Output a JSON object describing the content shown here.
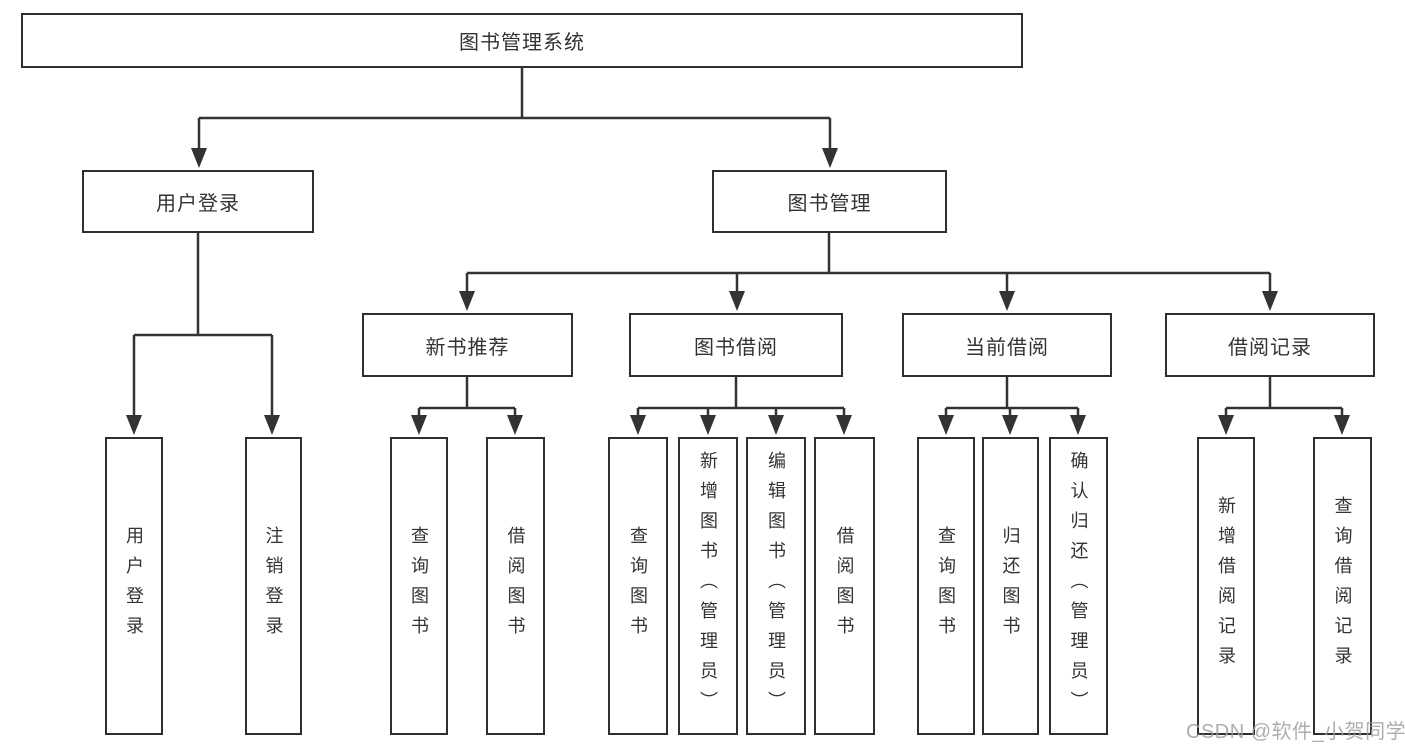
{
  "tree": {
    "label": "图书管理系统",
    "children": [
      {
        "label": "用户登录",
        "children": [
          {
            "label": "用户登录"
          },
          {
            "label": "注销登录"
          }
        ]
      },
      {
        "label": "图书管理",
        "children": [
          {
            "label": "新书推荐",
            "children": [
              {
                "label": "查询图书"
              },
              {
                "label": "借阅图书"
              }
            ]
          },
          {
            "label": "图书借阅",
            "children": [
              {
                "label": "查询图书"
              },
              {
                "label": "新增图书（管理员）"
              },
              {
                "label": "编辑图书（管理员）"
              },
              {
                "label": "借阅图书"
              }
            ]
          },
          {
            "label": "当前借阅",
            "children": [
              {
                "label": "查询图书"
              },
              {
                "label": "归还图书"
              },
              {
                "label": "确认归还（管理员）"
              }
            ]
          },
          {
            "label": "借阅记录",
            "children": [
              {
                "label": "新增借阅记录"
              },
              {
                "label": "查询借阅记录"
              }
            ]
          }
        ]
      }
    ]
  },
  "watermark": "CSDN @软件_小贺同学",
  "colors": {
    "line": "#333333",
    "box_border": "#2f2f2f",
    "text": "#333333",
    "watermark": "#a0a0a0",
    "background": "#ffffff"
  }
}
